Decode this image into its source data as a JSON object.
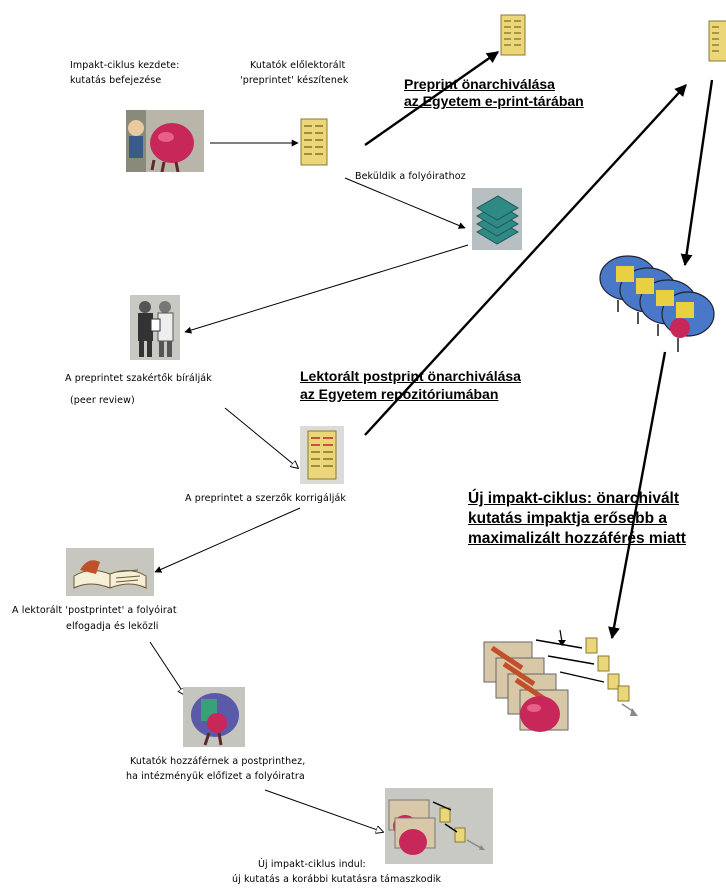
{
  "labels": {
    "cycle_start_1": "Impakt-ciklus kezdete:",
    "cycle_start_2": "kutatás befejezése",
    "preprint_1": "Kutatók előlektorált",
    "preprint_2": "'preprintet' készítenek",
    "submit": "Beküldik a folyóirathoz",
    "review_1": "A preprintet szakértők bírálják",
    "review_2": "(peer review)",
    "correct": "A preprintet a szerzők korrigálják",
    "publish_1": "A lektorált 'postprintet' a folyóirat",
    "publish_2": "elfogadja és leközli",
    "access_1": "Kutatók hozzáférnek a postprinthez,",
    "access_2": "ha intézményük előfizet a folyóiratra",
    "new_cycle_1": "Új impakt-ciklus indul:",
    "new_cycle_2": "új kutatás a korábbi kutatásra támaszkodik"
  },
  "titles": {
    "preprint_archive_1": "Preprint önarchiválása",
    "preprint_archive_2": "az Egyetem e-print-tárában",
    "postprint_archive_1": "Lektorált postprint önarchiválása",
    "postprint_archive_2": "az Egyetem repozitóriumában",
    "new_impact_1": "Új impakt-ciklus: önarchivált",
    "new_impact_2": "kutatás impaktja erősebb a",
    "new_impact_3": "maximalizált hozzáférés miatt"
  },
  "colors": {
    "document": "#ecd67a",
    "document_lines": "#8a7a30",
    "stack": "#2f8a86",
    "head": "#c8275a",
    "disk": "#4a78c8"
  }
}
